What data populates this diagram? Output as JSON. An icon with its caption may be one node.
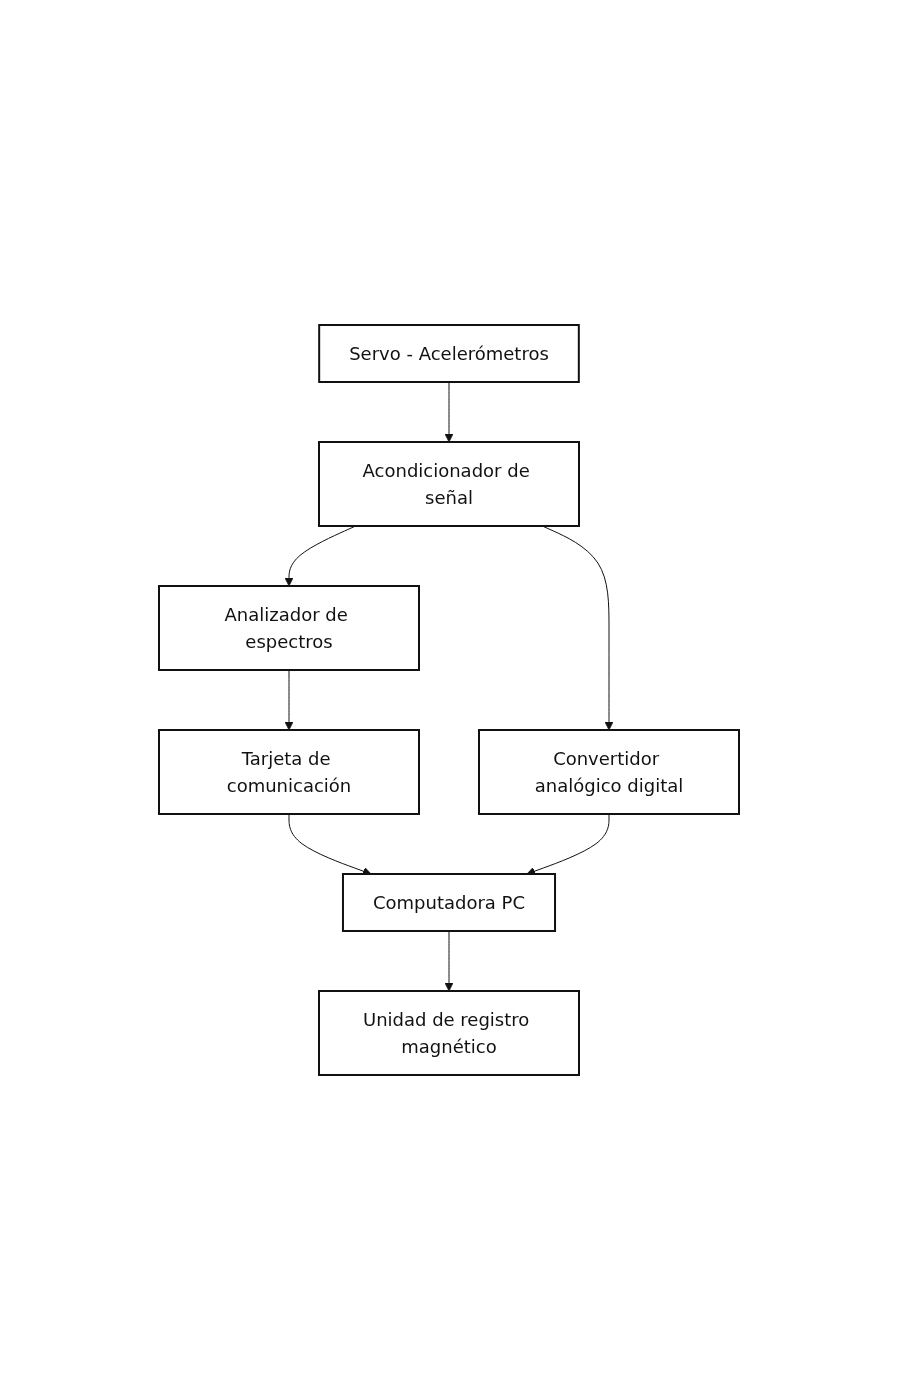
{
  "diagram": {
    "nodes": [
      {
        "text": [
          "Servo - Acelerómetros"
        ]
      },
      {
        "text": [
          "Acondicionador de señal"
        ]
      },
      {
        "text": [
          "Analizador de espectros"
        ]
      },
      {
        "text": [
          "Convertidor analógico digital"
        ]
      },
      {
        "text": [
          "Tarjeta de comunicación"
        ]
      },
      {
        "text": [
          "Computadora PC"
        ]
      },
      {
        "text": [
          "Unidad de registro magnético"
        ]
      }
    ],
    "edges": [
      {
        "from": 0,
        "to": 1,
        "arrow": "to"
      },
      {
        "from": 1,
        "to": 2,
        "arrow": "to"
      },
      {
        "from": 1,
        "to": 3,
        "arrow": "to"
      },
      {
        "from": 2,
        "to": 4,
        "arrow": "to"
      },
      {
        "from": 4,
        "to": 5,
        "arrow": "to"
      },
      {
        "from": 3,
        "to": 5,
        "arrow": "to"
      },
      {
        "from": 5,
        "to": 6,
        "arrow": "to"
      }
    ]
  }
}
